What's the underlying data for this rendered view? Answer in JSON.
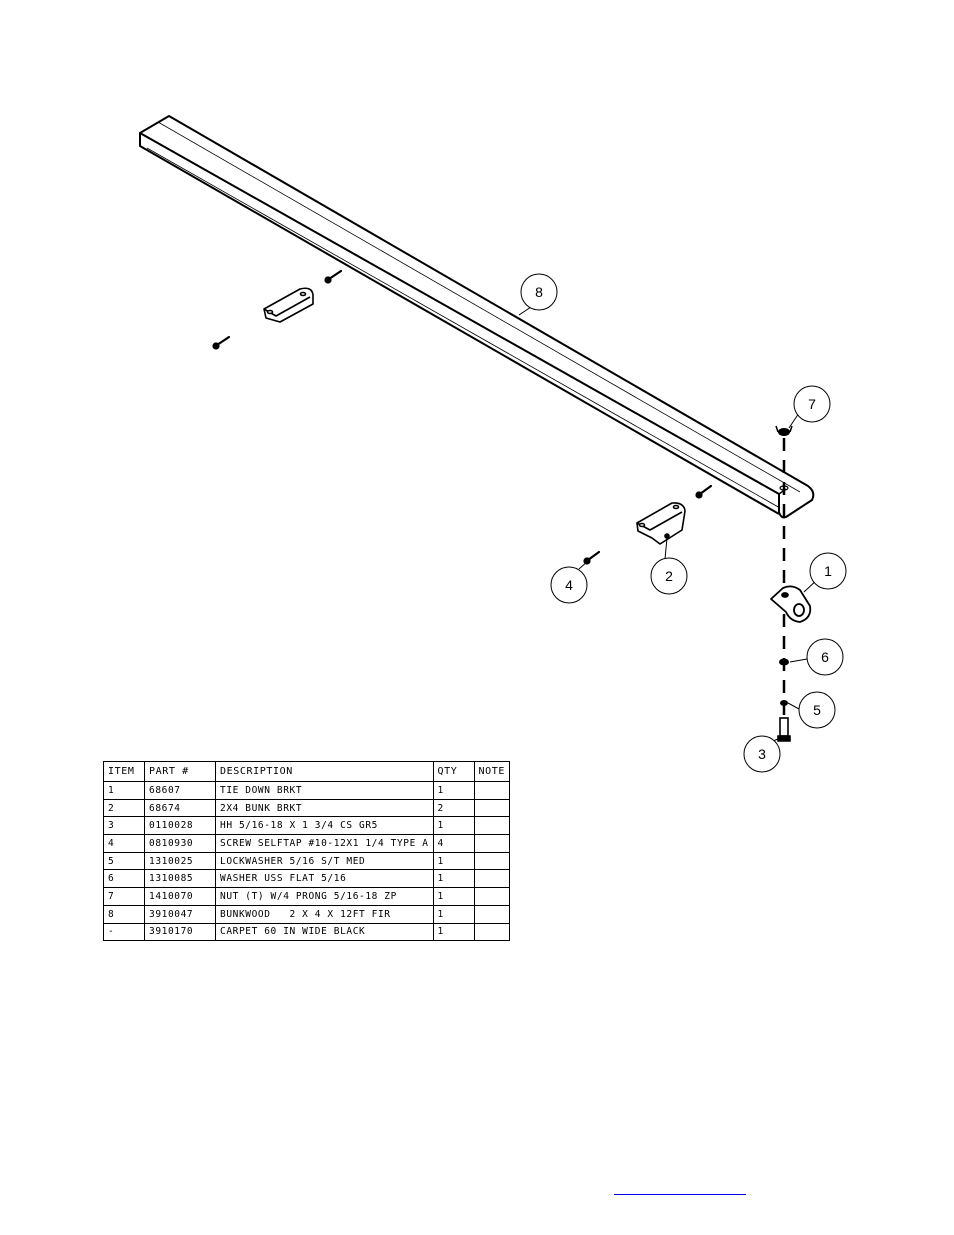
{
  "balloons": [
    {
      "id": "8",
      "label": "8"
    },
    {
      "id": "7",
      "label": "7"
    },
    {
      "id": "1",
      "label": "1"
    },
    {
      "id": "2",
      "label": "2"
    },
    {
      "id": "4",
      "label": "4"
    },
    {
      "id": "6",
      "label": "6"
    },
    {
      "id": "5",
      "label": "5"
    },
    {
      "id": "3",
      "label": "3"
    }
  ],
  "bom": {
    "headers": {
      "item": "ITEM",
      "part": "PART #",
      "description": "DESCRIPTION",
      "qty": "QTY",
      "note": "NOTE"
    },
    "rows": [
      {
        "item": "1",
        "part": "68607",
        "description": "TIE DOWN BRKT",
        "qty": "1",
        "note": ""
      },
      {
        "item": "2",
        "part": "68674",
        "description": "2X4 BUNK BRKT",
        "qty": "2",
        "note": ""
      },
      {
        "item": "3",
        "part": "0110028",
        "description": "HH 5/16-18 X 1 3/4 CS GR5",
        "qty": "1",
        "note": ""
      },
      {
        "item": "4",
        "part": "0810930",
        "description": "SCREW SELFTAP #10-12X1 1/4 TYPE A",
        "qty": "4",
        "note": ""
      },
      {
        "item": "5",
        "part": "1310025",
        "description": "LOCKWASHER 5/16 S/T MED",
        "qty": "1",
        "note": ""
      },
      {
        "item": "6",
        "part": "1310085",
        "description": "WASHER USS FLAT 5/16",
        "qty": "1",
        "note": ""
      },
      {
        "item": "7",
        "part": "1410070",
        "description": "NUT (T) W/4 PRONG 5/16-18 ZP",
        "qty": "1",
        "note": ""
      },
      {
        "item": "8",
        "part": "3910047",
        "description": "BUNKWOOD   2 X 4 X 12FT FIR",
        "qty": "1",
        "note": ""
      },
      {
        "item": "-",
        "part": "3910170",
        "description": "CARPET 60 IN WIDE BLACK",
        "qty": "1",
        "note": ""
      }
    ]
  },
  "colors": {
    "line": "#000000",
    "link": "#0000ee"
  }
}
